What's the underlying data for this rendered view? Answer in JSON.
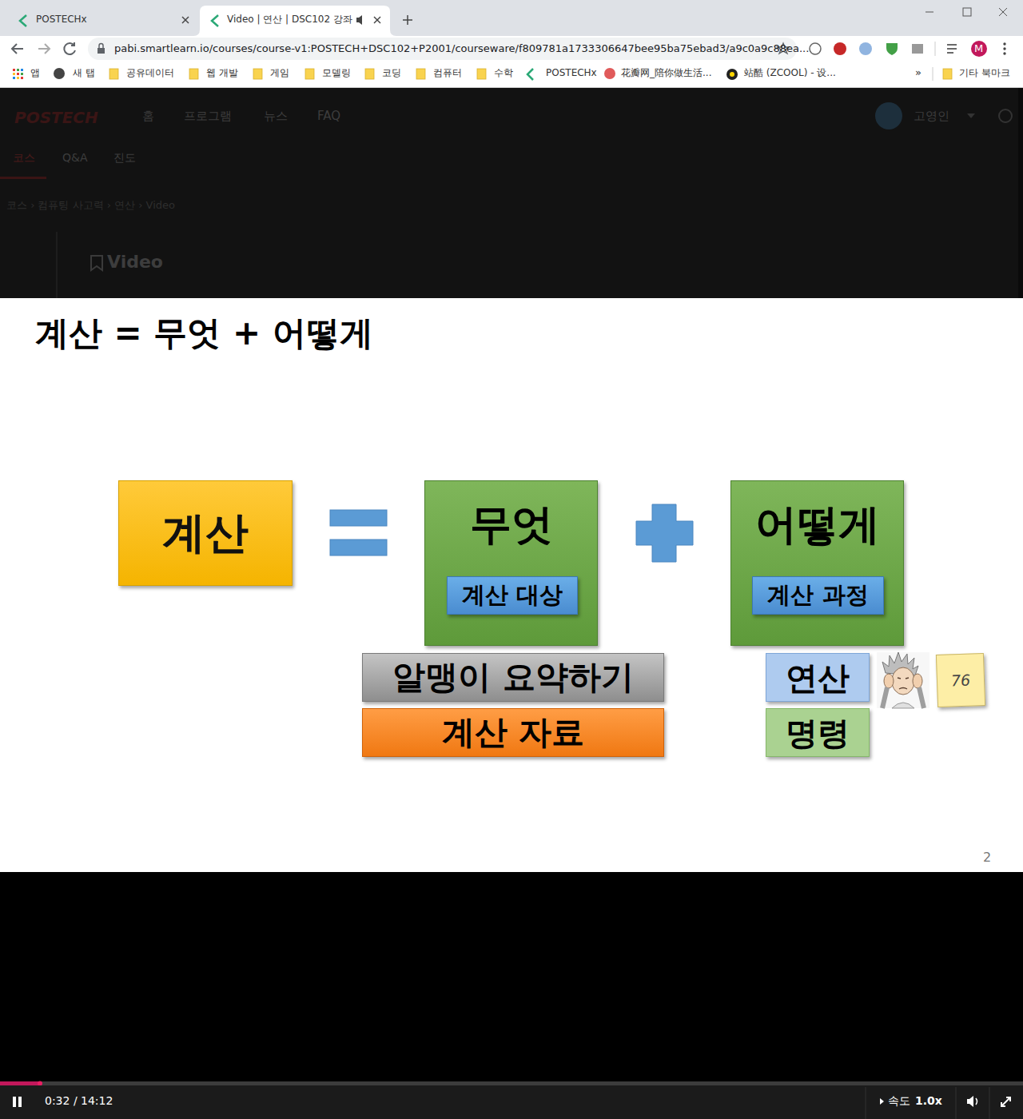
{
  "diagram": {
    "title": "계산 = 무엇 + 어떻게",
    "nodes": [
      {
        "text": [
          "계산"
        ]
      },
      {
        "text": [
          "무엇"
        ]
      },
      {
        "text": [
          "계산 대상"
        ],
        "in": 1
      },
      {
        "text": [
          "어떻게"
        ]
      },
      {
        "text": [
          "계산 과정"
        ],
        "in": 3
      },
      {
        "text": [
          "알맹이 요약하기"
        ]
      },
      {
        "text": [
          "계산 자료"
        ]
      },
      {
        "text": [
          "연산"
        ]
      },
      {
        "text": [
          "명령"
        ]
      },
      {
        "text": [
          "76"
        ]
      }
    ],
    "labels": [
      "POSTECHx",
      "Video | 연산 | DSC102 강좌",
      "pabi.smartlearn.io/courses/course-v1:POSTECH+DSC102+P2001/courseware/f809781a1733306647bee95ba75ebad3/a9c0a9c88ea...",
      "앱",
      "새 탭",
      "공유데이터",
      "웹 개발",
      "게임",
      "모델링",
      "코딩",
      "컴퓨터",
      "수학",
      "POSTECHx",
      "花瓣网_陪你做生活...",
      "站酷 (ZCOOL) - 设...",
      "»",
      "기타 북마크",
      "POSTECH",
      "홈",
      "프로그램",
      "뉴스",
      "FAQ",
      "고영인",
      "코스",
      "Q&A",
      "진도",
      "코스 › 컴퓨팅 사고력 › 연산 › Video",
      "Video",
      "2",
      "0:32 / 14:12",
      "속도",
      "1.0x",
      "M"
    ]
  }
}
